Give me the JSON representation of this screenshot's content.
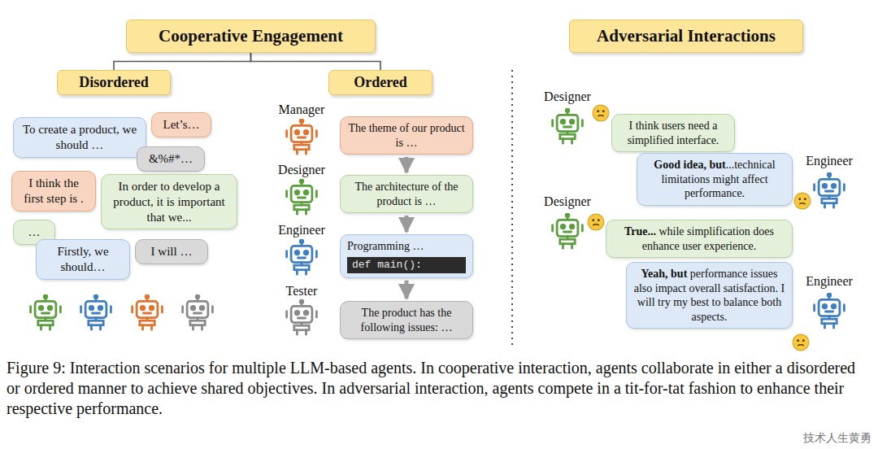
{
  "diagram": {
    "caption": "Figure 9: Interaction scenarios for multiple LLM-based agents. In cooperative interaction, agents collaborate in either a disordered or ordered manner to achieve shared objectives. In adversarial interaction, agents compete in a tit-for-tat fashion to enhance their respective performance.",
    "nodes": [
      {
        "text": [
          "Cooperative Engagement"
        ]
      },
      {
        "text": [
          "Disordered"
        ]
      },
      {
        "text": [
          "Ordered"
        ]
      },
      {
        "text": [
          "Adversarial Interactions"
        ]
      },
      {
        "text": [
          "To create a product, we should …"
        ]
      },
      {
        "text": [
          "Let’s…"
        ]
      },
      {
        "text": [
          "&%#*…"
        ]
      },
      {
        "text": [
          "I think the first step is ."
        ]
      },
      {
        "text": [
          "In order to develop a product, it is important that we..."
        ]
      },
      {
        "text": [
          "…"
        ]
      },
      {
        "text": [
          "Firstly, we should…"
        ]
      },
      {
        "text": [
          "I will …"
        ]
      },
      {
        "text": [
          "The theme of our product is …"
        ]
      },
      {
        "text": [
          "The architecture of the product is …"
        ]
      },
      {
        "text": [
          "Programming …",
          "def main():"
        ]
      },
      {
        "text": [
          "The product has the following issues: …"
        ]
      },
      {
        "text": [
          "I think users need a simplified interface."
        ]
      },
      {
        "text": [
          "Good idea, but",
          "...technical limitations might affect performance."
        ]
      },
      {
        "text": [
          "True...",
          "while simplification does enhance user experience."
        ]
      },
      {
        "text": [
          "Yeah, but",
          "performance issues also impact overall satisfaction. I will try my best to balance both aspects."
        ]
      }
    ],
    "edges": [
      {
        "from": 0,
        "to": 1,
        "arrow": "none"
      },
      {
        "from": 0,
        "to": 2,
        "arrow": "none"
      },
      {
        "from": 12,
        "to": 13,
        "arrow": "to"
      },
      {
        "from": 13,
        "to": 14,
        "arrow": "to"
      },
      {
        "from": 14,
        "to": 15,
        "arrow": "to"
      }
    ],
    "labels": [
      "Manager",
      "Designer",
      "Engineer",
      "Tester",
      "Designer",
      "Engineer",
      "Designer",
      "Engineer",
      "技术人生黄勇"
    ]
  }
}
